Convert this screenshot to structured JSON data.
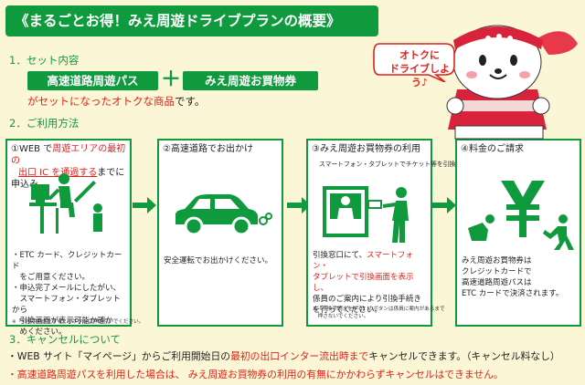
{
  "banner": "《まるごとお得！みえ周遊ドライブプランの概要》",
  "section1": {
    "title": "1．セット内容",
    "pill_a": "高速道路周遊パス",
    "plus": "＋",
    "pill_b": "みえ周遊お買物券",
    "desc_red": "がセットになったオトクな商品",
    "desc_end": "です。"
  },
  "section2": {
    "title": "2．ご利用方法"
  },
  "steps": [
    {
      "num": "①",
      "head_a": "WEB で",
      "head_red1": "周遊エリアの最初の",
      "head_red2": "出口 IC を通過する",
      "head_b": "までに申込み",
      "items": [
        "・ETC カード、クレジットカード",
        "　をご用意ください。",
        "・申込完了メールにしたがい、",
        "　スマートフォン・タブレットから",
        "　引換画面が表示可能か確か",
        "　めください。"
      ],
      "note": "※「引換手続きをする」のボタンは押さないでください。"
    },
    {
      "num": "②",
      "head": "高速道路でお出かけ",
      "body": "安全運転でお出かけください。"
    },
    {
      "num": "③",
      "head": "みえ周遊お買物券の利用",
      "sub": "スマートフォン・タブレットでチケット等を引換え",
      "body_a": "引換窓口にて、",
      "body_red1": "スマートフォン・",
      "body_red2": "タブレットで引換画面を表示し、",
      "body_b": "係員のご案内により引換手続き",
      "body_c": "を行ってください。",
      "note1": "※「引換手続きをする」のボタンは係員に案内があるまで",
      "note2": "　押さないでください。"
    },
    {
      "num": "④",
      "head": "料金のご請求",
      "body": [
        "みえ周遊お買物券は",
        "クレジットカードで",
        "高速道路周遊パスは",
        "ETC カードで決済されます。"
      ]
    }
  ],
  "section3": {
    "title": "3．キャンセルについて",
    "line1_a": "・WEB サイト「マイページ」からご利用開始日の",
    "line1_red": "最初の出口インター流出時まで",
    "line1_b": "キャンセルできます。（キャンセル料なし）",
    "line2": "・高速道路周遊パスを利用した場合は、 みえ周遊お買物券の利用の有無にかかわらずキャンセルはできません。"
  },
  "mascot": {
    "bubble": "オトクに\nドライブしよう♪"
  },
  "colors": {
    "green": "#0f9a3e",
    "red": "#e0201a",
    "bg": "#fbf7d6"
  },
  "icons": [
    "computer-user-icon",
    "car-icon",
    "ticket-counter-icon",
    "yen-icon",
    "arrow-right-icon"
  ]
}
